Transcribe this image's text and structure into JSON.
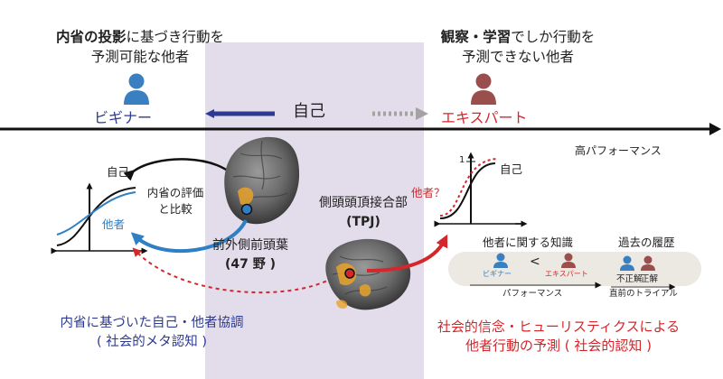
{
  "colors": {
    "panel": "#e3dcea",
    "beginner_blue": "#2d3a92",
    "expert_red": "#d4272c",
    "person_blue": "#3a7fc0",
    "person_red": "#9a4f4c",
    "arrow_light_blue": "#2e7fc3",
    "gray_arrow": "#a3a3a3",
    "orange_region": "#e8a22a",
    "knowledge_box": "#ece8e2"
  },
  "left_heading": {
    "line1_bold_a": "内省の投影",
    "line1_mid": "に基づき行動を",
    "line2": "予測可能な他者"
  },
  "right_heading": {
    "line1_bold_a": "観察・学習",
    "line1_mid": "でしか行動を",
    "line2": "予測できない他者"
  },
  "center_self": "自己",
  "beginner_label": "ビギナー",
  "expert_label": "エキスパート",
  "high_performance": "高パフォーマンス",
  "left_graph": {
    "self_label": "自己",
    "other_label": "他者"
  },
  "introspection_label": {
    "line1": "内省の評価",
    "line2": "と比較"
  },
  "prefrontal_label": {
    "line1": "前外側前頭葉",
    "line2": "(47 野 )"
  },
  "tpj_label": {
    "line1": "側頭頭頂接合部",
    "line2": "(TPJ)"
  },
  "right_graph": {
    "self_label": "自己",
    "other_label": "他者？",
    "y_tick": "1"
  },
  "knowledge_box": {
    "title": "他者に関する知識",
    "beginner": "ビギナー",
    "less_than": "<",
    "expert": "エキスパート",
    "axis_label": "パフォーマンス"
  },
  "history_box": {
    "title": "過去の履歴",
    "incorrect": "不正解",
    "correct": "正解",
    "trial_label": "直前のトライアル"
  },
  "bottom_left": {
    "line1": "内省に基づいた自己・他者協調",
    "line2": "( 社会的メタ認知 )"
  },
  "bottom_right": {
    "line1": "社会的信念・ヒューリスティクスによる",
    "line2": "他者行動の予測 ( 社会的認知 )"
  }
}
